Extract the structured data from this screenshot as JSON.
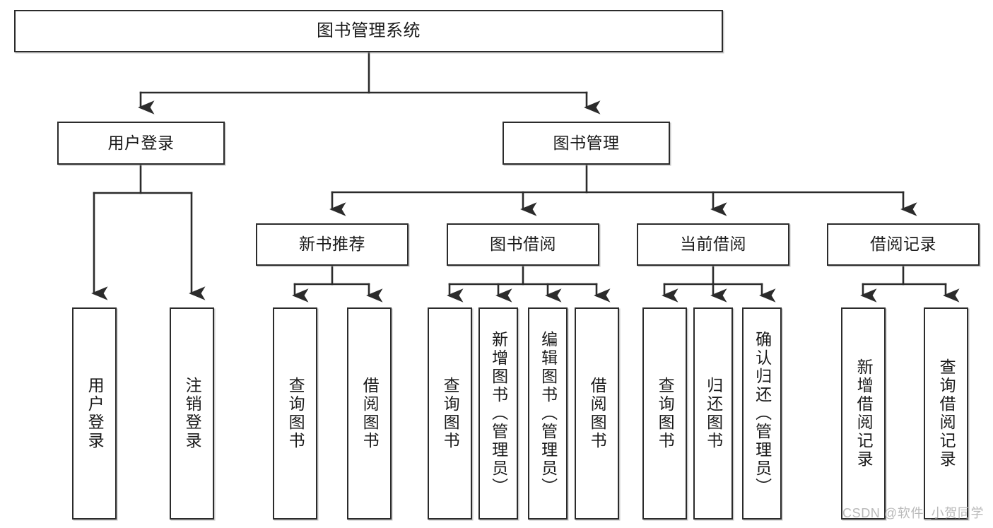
{
  "diagram": {
    "title": "图书管理系统",
    "type": "tree-hierarchy",
    "watermark": "CSDN @软件_小贺同学",
    "colors": {
      "stroke": "#2b2b2b",
      "fill": "#ffffff",
      "text": "#1a1a1a",
      "watermark": "#b9b9b9"
    },
    "nodes": {
      "root": {
        "label": "图书管理系统"
      },
      "level2": [
        {
          "id": "user-login",
          "label": "用户登录"
        },
        {
          "id": "book-manage",
          "label": "图书管理"
        }
      ],
      "level3": [
        {
          "id": "new-book-rec",
          "label": "新书推荐"
        },
        {
          "id": "book-borrow",
          "label": "图书借阅"
        },
        {
          "id": "current-borrow",
          "label": "当前借阅"
        },
        {
          "id": "borrow-record",
          "label": "借阅记录"
        }
      ],
      "leaves": {
        "user_login": [
          {
            "id": "leaf-user-login",
            "label": "用户登录"
          },
          {
            "id": "leaf-logout",
            "label": "注销登录"
          }
        ],
        "new_book_rec": [
          {
            "id": "leaf-query-book-1",
            "label": "查询图书"
          },
          {
            "id": "leaf-borrow-book-1",
            "label": "借阅图书"
          }
        ],
        "book_borrow": [
          {
            "id": "leaf-query-book-2",
            "label": "查询图书"
          },
          {
            "id": "leaf-add-book",
            "label": "新增图书（管理员）"
          },
          {
            "id": "leaf-edit-book",
            "label": "编辑图书（管理员）"
          },
          {
            "id": "leaf-borrow-book-2",
            "label": "借阅图书"
          }
        ],
        "current_borrow": [
          {
            "id": "leaf-query-book-3",
            "label": "查询图书"
          },
          {
            "id": "leaf-return-book",
            "label": "归还图书"
          },
          {
            "id": "leaf-confirm-return",
            "label": "确认归还（管理员）"
          }
        ],
        "borrow_record": [
          {
            "id": "leaf-add-record",
            "label": "新增借阅记录"
          },
          {
            "id": "leaf-query-record",
            "label": "查询借阅记录"
          }
        ]
      }
    }
  }
}
